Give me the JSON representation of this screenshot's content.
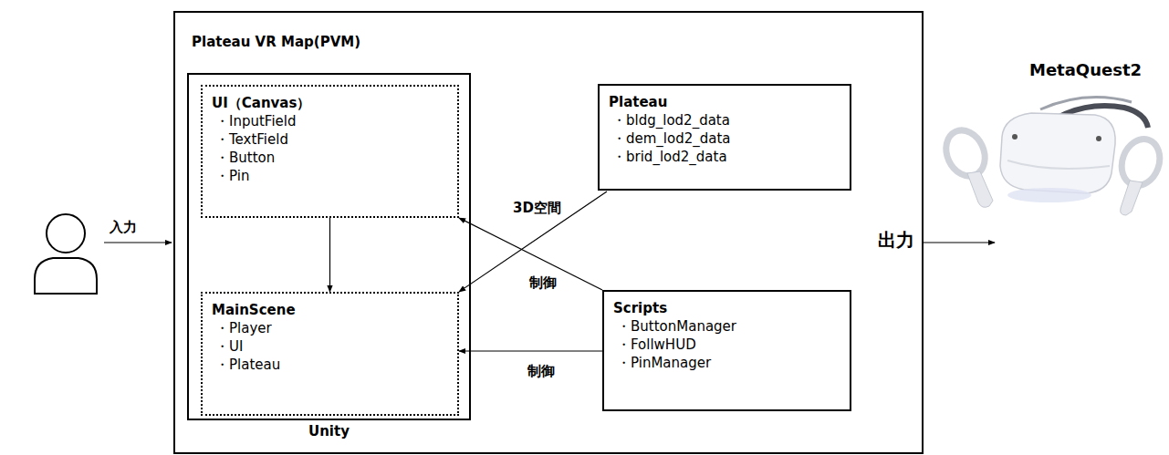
{
  "diagram": {
    "nodes": [
      {
        "text": [
          "Plateau VR Map(PVM)"
        ]
      },
      {
        "text": [
          "Unity"
        ],
        "in": 0
      },
      {
        "text": [
          "UI（Canvas）",
          "・InputField",
          "・TextField",
          "・Button",
          "・Pin"
        ],
        "in": 1
      },
      {
        "text": [
          "MainScene",
          "・Player",
          "・UI",
          "・Plateau"
        ],
        "in": 1
      },
      {
        "text": [
          "Plateau",
          "・bldg_lod2_data",
          "・dem_lod2_data",
          "・brid_lod2_data"
        ],
        "in": 0
      },
      {
        "text": [
          "Scripts",
          "・ButtonManager",
          "・FollwHUD",
          "・PinManager"
        ],
        "in": 0
      }
    ],
    "edges": [
      {
        "from": 2,
        "to": 3,
        "arrow": "to"
      },
      {
        "from": 4,
        "to": 3,
        "label": "3D空間",
        "arrow": "to"
      },
      {
        "from": 5,
        "to": 2,
        "label": "制御",
        "arrow": "to"
      },
      {
        "from": 5,
        "to": 3,
        "label": "制御",
        "arrow": "to"
      }
    ],
    "labels": [
      "入力",
      "出力",
      "MetaQuest2"
    ]
  }
}
